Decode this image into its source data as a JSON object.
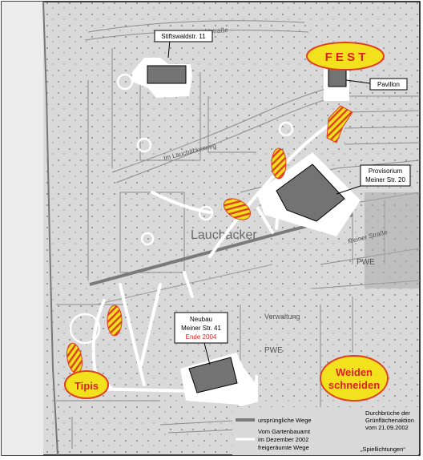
{
  "map": {
    "colors": {
      "paper": "#d9d9d9",
      "paper_dark": "#c9c9c9",
      "street_line": "#8c8c8c",
      "building": "#737373",
      "path_white": "#ffffff",
      "old_path": "#7a7a7a",
      "hatch_yellow": "#f2e21d",
      "hatch_red": "#e0401f",
      "highlight_red": "#e02020",
      "ink": "#000000"
    },
    "place_labels": {
      "stiftswald": "Stiftswaldstr. 11",
      "pavillon": "Pavillon",
      "provisorium_l1": "Provisorium",
      "provisorium_l2": "Meiner Str. 20",
      "neubau_l1": "Neubau",
      "neubau_l2": "Meiner Str. 41",
      "neubau_l3": "Ende 2004"
    },
    "event_labels": {
      "fest": "F E S T",
      "tipis": "Tipis",
      "weiden_l1": "Weiden",
      "weiden_l2": "schneiden"
    },
    "base_map_text": {
      "lauchacker": "Lauchäcker",
      "street_lauchackerweg": "Im Lauchäckerweg",
      "street_stiftswald": "Stiftswaldstraße",
      "street_meiner": "Meiner Straße",
      "verwaltung": "Verwaltung",
      "pwe1": "PWE",
      "pwe2": "PWE"
    },
    "legend": {
      "old_paths": "ursprüngliche Wege",
      "new_paths_l1": "Vom Gartenbauamt",
      "new_paths_l2": "im Dezember 2002",
      "new_paths_l3": "freigeräumte Wege",
      "breakthrough_l1": "Durchbrüche der",
      "breakthrough_l2": "Grünflächenaktion",
      "breakthrough_l3": "vom 21.09.2002",
      "play_spots": "„Spiellichtungen“"
    }
  }
}
